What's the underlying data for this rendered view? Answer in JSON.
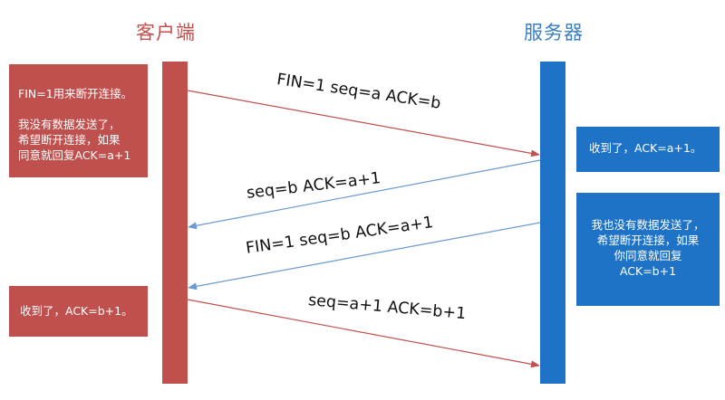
{
  "colors": {
    "client": "#c0504d",
    "server": "#1f73c7",
    "client_arrow": "#c0504d",
    "server_arrow": "#6a9bd0",
    "title_client": "#c0504d",
    "title_server": "#3a7fc4"
  },
  "client": {
    "title": "客户端",
    "note_1": {
      "line_1": "FIN=1用来断开连接。",
      "line_2": "我没有数据发送了，",
      "line_3": "希望断开连接，如果",
      "line_4": "同意就回复ACK=a+1"
    },
    "note_2": "收到了，ACK=b+1。"
  },
  "server": {
    "title": "服务器",
    "note_1": "收到了，ACK=a+1。",
    "note_2": {
      "line_1": "我也没有数据发送了，",
      "line_2": "希望断开连接，如果",
      "line_3": "你同意就回复",
      "line_4": "ACK=b+1"
    }
  },
  "messages": [
    {
      "text": "FIN=1  seq=a  ACK=b",
      "from": "client",
      "to": "server"
    },
    {
      "text": "seq=b  ACK=a+1",
      "from": "server",
      "to": "client"
    },
    {
      "text": "FIN=1  seq=b  ACK=a+1",
      "from": "server",
      "to": "client"
    },
    {
      "text": "seq=a+1  ACK=b+1",
      "from": "client",
      "to": "server"
    }
  ]
}
